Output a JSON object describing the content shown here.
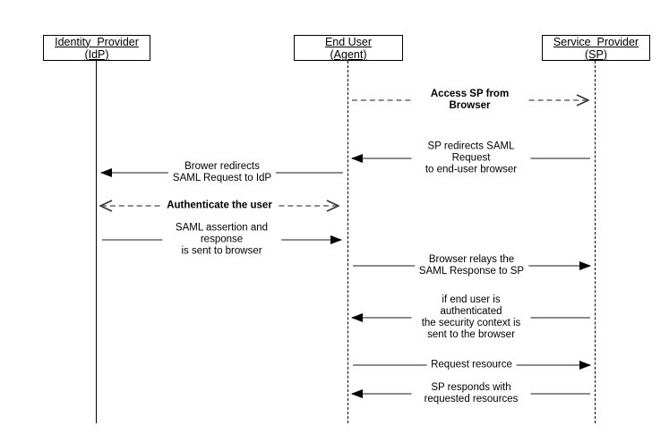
{
  "actors": [
    {
      "name": "Identity  Provider",
      "sub": "(IdP)",
      "lifeline_style": "solid"
    },
    {
      "name": "End User",
      "sub": "(Agent)",
      "lifeline_style": "dashed"
    },
    {
      "name": "Service  Provider",
      "sub": "(SP)",
      "lifeline_style": "dashed"
    }
  ],
  "messages": [
    {
      "label": "Access SP from Browser",
      "from": "End User (Agent)",
      "to": "Service Provider (SP)",
      "line_style": "dashed",
      "arrowhead": "open",
      "bold": true
    },
    {
      "label": "SP redirects SAML Request\nto end-user browser",
      "from": "Service Provider (SP)",
      "to": "End User (Agent)",
      "line_style": "solid",
      "arrowhead": "filled",
      "bold": false
    },
    {
      "label": "Brower redirects\nSAML Request to IdP",
      "from": "End User (Agent)",
      "to": "Identity Provider (IdP)",
      "line_style": "solid",
      "arrowhead": "filled",
      "bold": false
    },
    {
      "label": "Authenticate the user",
      "from": "Identity Provider (IdP)",
      "to": "End User (Agent)",
      "line_style": "dashed",
      "arrowhead": "open-both",
      "bold": true
    },
    {
      "label": "SAML assertion and response\nis sent to browser",
      "from": "Identity Provider (IdP)",
      "to": "End User (Agent)",
      "line_style": "solid",
      "arrowhead": "filled",
      "bold": false
    },
    {
      "label": "Browser relays the\nSAML Response to SP",
      "from": "End User (Agent)",
      "to": "Service Provider (SP)",
      "line_style": "solid",
      "arrowhead": "filled",
      "bold": false
    },
    {
      "label": "if end user is authenticated\nthe security context is\nsent to the browser",
      "from": "Service Provider (SP)",
      "to": "End User (Agent)",
      "line_style": "solid",
      "arrowhead": "filled",
      "bold": false
    },
    {
      "label": "Request resource",
      "from": "End User (Agent)",
      "to": "Service Provider (SP)",
      "line_style": "solid",
      "arrowhead": "filled",
      "bold": false
    },
    {
      "label": "SP responds with requested resources",
      "from": "Service Provider (SP)",
      "to": "End User (Agent)",
      "line_style": "solid",
      "arrowhead": "filled",
      "bold": false
    }
  ],
  "colors": {
    "background": "#ffffff",
    "box_border": "#000000",
    "text": "#000000",
    "message_line": "#8c8c8c",
    "filled_arrowhead": "#000000",
    "open_arrowhead": "#333333"
  }
}
